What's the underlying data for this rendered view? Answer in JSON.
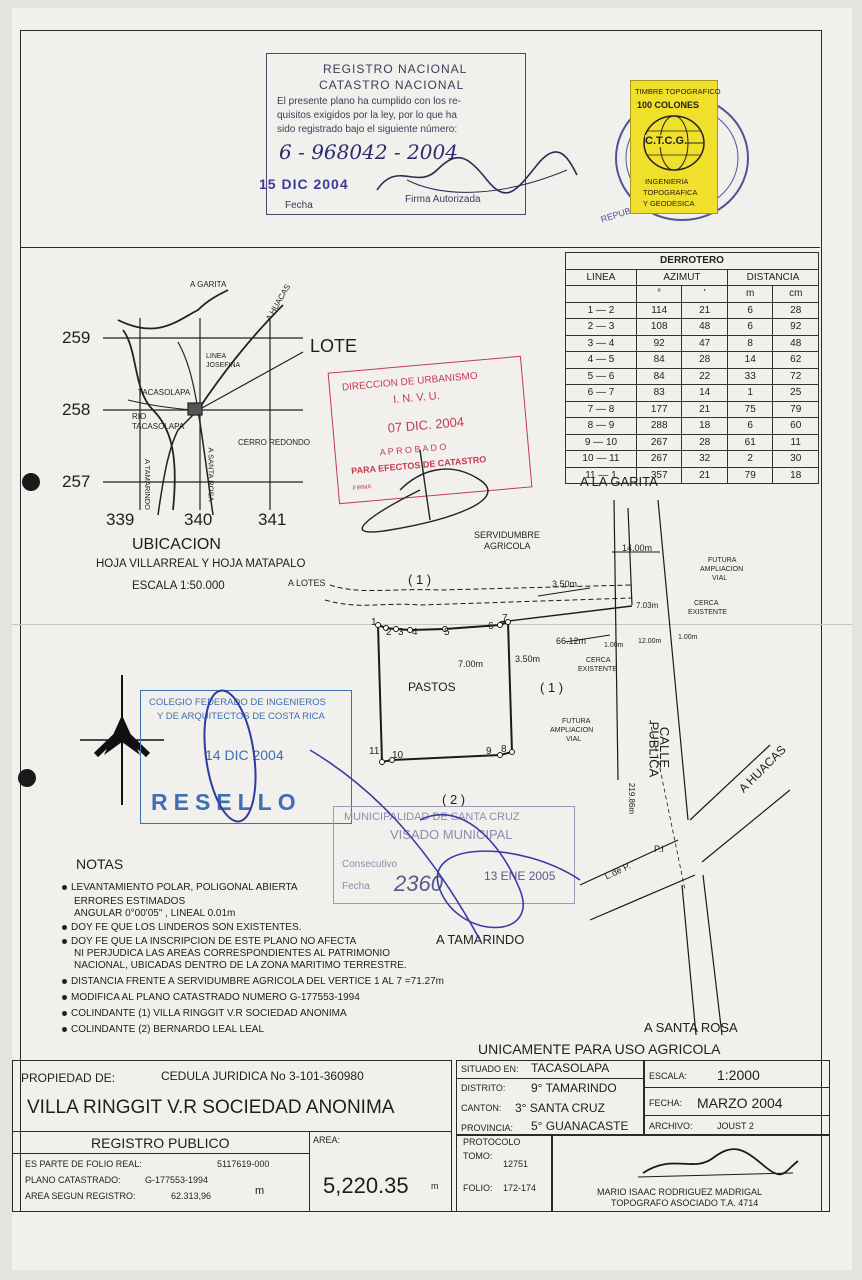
{
  "registro_stamp": {
    "title1": "REGISTRO NACIONAL",
    "title2": "CATASTRO NACIONAL",
    "text1": "El presente plano ha cumplido con los re-",
    "text2": "quisitos exigidos por la ley, por lo que ha",
    "text3": "sido registrado bajo el siguiente número:",
    "number": "6 - 968042 - 2004",
    "date": "15 DIC 2004",
    "fecha_label": "Fecha",
    "firma_label": "Firma Autorizada"
  },
  "timbre": {
    "line1": "TIMBRE TOPOGRAFICO",
    "line2": "100 COLONES",
    "code": "C.T.C.G.",
    "line3": "INGENIERIA",
    "line4": "TOPOGRAFICA",
    "line5": "Y GEODESICA",
    "ring": "REPUBLICA DE COSTA RICA"
  },
  "derrotero": {
    "title": "DERROTERO",
    "headers": [
      "LINEA",
      "AZIMUT",
      "DISTANCIA"
    ],
    "subheaders": [
      "°",
      "'",
      "m",
      "cm"
    ],
    "rows": [
      [
        "1 — 2",
        "114",
        "21",
        "6",
        "28"
      ],
      [
        "2 — 3",
        "108",
        "48",
        "6",
        "92"
      ],
      [
        "3 — 4",
        "92",
        "47",
        "8",
        "48"
      ],
      [
        "4 — 5",
        "84",
        "28",
        "14",
        "62"
      ],
      [
        "5 — 6",
        "84",
        "22",
        "33",
        "72"
      ],
      [
        "6 — 7",
        "83",
        "14",
        "1",
        "25"
      ],
      [
        "7 — 8",
        "177",
        "21",
        "75",
        "79"
      ],
      [
        "8 — 9",
        "288",
        "18",
        "6",
        "60"
      ],
      [
        "9 — 10",
        "267",
        "28",
        "61",
        "11"
      ],
      [
        "10 — 11",
        "267",
        "32",
        "2",
        "30"
      ],
      [
        "11 — 1",
        "357",
        "21",
        "79",
        "18"
      ]
    ]
  },
  "location_map": {
    "coords_y": [
      "259",
      "258",
      "257"
    ],
    "coords_x": [
      "339",
      "340",
      "341"
    ],
    "labels": {
      "a_garita": "A GARITA",
      "a_huacas": "A HUACAS",
      "lote": "LOTE",
      "linea_josefina": "LINEA JOSEFINA",
      "tacasolapa": "TACASOLAPA",
      "rio": "RIO TACASOLAPA",
      "cerro": "CERRO REDONDO",
      "a_tamarindo": "A TAMARINDO",
      "a_santa_rosa": "A SANTA ROSA"
    },
    "ubicacion": "UBICACION",
    "hojas": "HOJA VILLARREAL Y HOJA MATAPALO",
    "escala": "ESCALA 1:50.000"
  },
  "invu_stamp": {
    "line1": "DIRECCION DE URBANISMO",
    "line2": "I. N. V. U.",
    "date": "07 DIC. 2004",
    "line3": "A P R O B A D O",
    "line4": "PARA EFECTOS DE CATASTRO",
    "firma": "FIRMA"
  },
  "plan": {
    "a_la_garita": "A LA GARITA",
    "servidumbre": "SERVIDUMBRE",
    "agricola": "AGRICOLA",
    "a_lotes": "A LOTES",
    "colindante1a": "( 1 )",
    "colindante1b": "( 1 )",
    "colindante2": "( 2 )",
    "d_1400": "14.00m",
    "futura1": "FUTURA",
    "futura2": "AMPLIACION",
    "futura3": "VIAL",
    "d_350a": "3.50m",
    "d_703": "7.03m",
    "cerca1": "CERCA",
    "cerca2": "EXISTENTE",
    "d_6612": "66.12m",
    "d_100a": "1.00m",
    "d_1200": "12.00m",
    "d_100b": "1.00m",
    "d_350b": "3.50m",
    "d_700": "7.00m",
    "cerca3": "CERCA",
    "cerca4": "EXISTENTE",
    "pastos": "PASTOS",
    "futura4": "FUTURA",
    "futura5": "AMPLIACION",
    "futura6": "VIAL",
    "calle": "CALLE",
    "publica": "PUBLICA",
    "d_21986": "219.86m",
    "a_huacas": "A HUACAS",
    "pi": "P.I",
    "lde": "L.de P.",
    "a_tamarindo": "A TAMARINDO",
    "a_santa_rosa": "A SANTA ROSA",
    "vertices": [
      "1",
      "2",
      "3",
      "4",
      "5",
      "6",
      "7",
      "8",
      "9",
      "10",
      "11"
    ]
  },
  "colegio_stamp": {
    "line1": "COLEGIO FEDERADO DE INGENIEROS",
    "line2": "Y DE ARQUITECTOS DE COSTA RICA",
    "date": "14 DIC 2004",
    "resello": "RESELLO"
  },
  "municipal_stamp": {
    "line1": "MUNICIPALIDAD DE SANTA CRUZ",
    "line2": "VISADO MUNICIPAL",
    "consecutivo": "Consecutivo",
    "number": "2360",
    "fecha": "Fecha",
    "date": "13 ENE 2005"
  },
  "notas": {
    "title": "NOTAS",
    "items": [
      "LEVANTAMIENTO POLAR, POLIGONAL ABIERTA",
      "ERRORES ESTIMADOS",
      "ANGULAR 0°00'05\" , LINEAL 0.01m",
      "DOY FE QUE LOS LINDEROS SON EXISTENTES.",
      "DOY FE QUE LA INSCRIPCION DE ESTE PLANO NO AFECTA",
      "NI PERJUDICA LAS AREAS CORRESPONDIENTES AL PATRIMONIO",
      "NACIONAL, UBICADAS DENTRO DE LA ZONA MARITIMO TERRESTRE.",
      "DISTANCIA FRENTE A SERVIDUMBRE AGRICOLA  DEL VERTICE 1 AL 7 =71.27m",
      "MODIFICA AL PLANO CATASTRADO NUMERO G-177553-1994",
      "COLINDANTE (1) VILLA RINGGIT V.R SOCIEDAD ANONIMA",
      "COLINDANTE (2) BERNARDO LEAL LEAL"
    ]
  },
  "uso": "UNICAMENTE PARA USO AGRICOLA",
  "titleblock": {
    "propiedad_label": "PROPIEDAD DE:",
    "cedula": "CEDULA JURIDICA No  3-101-360980",
    "owner": "VILLA RINGGIT V.R SOCIEDAD ANONIMA",
    "registro_publico": "REGISTRO PUBLICO",
    "folio_real_label": "ES  PARTE  DE FOLIO REAL:",
    "folio_real": "5117619-000",
    "plano_label": "PLANO CATASTRADO:",
    "plano": "G-177553-1994",
    "area_reg_label": "AREA SEGUN REGISTRO:",
    "area_reg": "62.313,96",
    "area_unit": "m",
    "area_label": "AREA:",
    "area": "5,220.35",
    "situado_label": "SITUADO EN:",
    "situado": "TACASOLAPA",
    "distrito_label": "DISTRITO:",
    "distrito": "9° TAMARINDO",
    "canton_label": "CANTON:",
    "canton": "3° SANTA CRUZ",
    "provincia_label": "PROVINCIA:",
    "provincia": "5° GUANACASTE",
    "escala_label": "ESCALA:",
    "escala": "1:2000",
    "fecha_label": "FECHA:",
    "fecha": "MARZO 2004",
    "archivo_label": "ARCHIVO:",
    "archivo": "JOUST 2",
    "protocolo_label": "PROTOCOLO",
    "tomo_label": "TOMO:",
    "tomo": "12751",
    "folio_label": "FOLIO:",
    "folio": "172-174",
    "surveyor": "MARIO ISAAC RODRIGUEZ MADRIGAL",
    "surveyor_title": "TOPOGRAFO ASOCIADO T.A. 4714"
  }
}
